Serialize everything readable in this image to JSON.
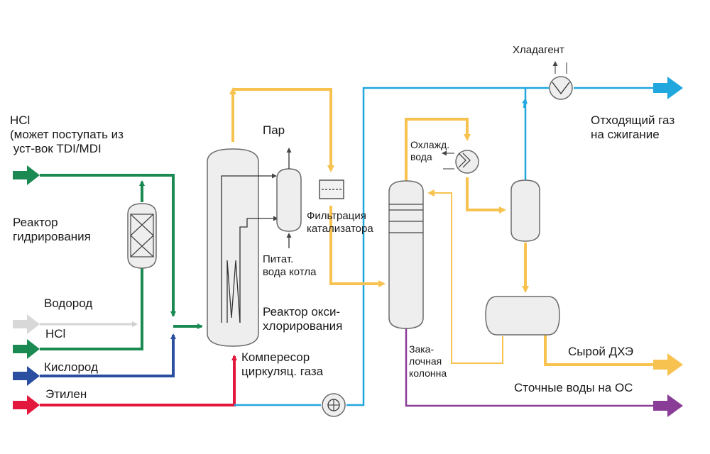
{
  "colors": {
    "green": "#1a8a52",
    "blue": "#2a4fa0",
    "red": "#e3183d",
    "orange": "#f7c250",
    "cyan": "#1fa7de",
    "purple": "#8a3d96",
    "gray": "#dcdcdc",
    "vessel_fill": "#eeeeee",
    "vessel_stroke": "#6b6b6b"
  },
  "labels": {
    "hcl_feed": "HCl\n(может поступать из\n уст-вок TDI/MDI",
    "hydro_reactor": "Реактор\nгидрирования",
    "hydrogen": "Водород",
    "hcl": "HCl",
    "oxygen": "Кислород",
    "ethylene": "Этилен",
    "steam": "Пар",
    "boiler_water": "Питат.\nвода котла",
    "oxy_reactor": "Реактор окси-\nхлорирования",
    "compressor": "Компересор\nциркуляц. газа",
    "filtration": "Фильтрация\nкатализатора",
    "cooling_water": "Охлажд.\nвода",
    "refrigerant": "Хладагент",
    "off_gas": "Отходящий газ\nна сжигание",
    "quench": "Зака-\nлочная\nколонна",
    "crude_edc": "Сырой ДХЭ",
    "waste_water": "Сточные воды на ОС"
  }
}
